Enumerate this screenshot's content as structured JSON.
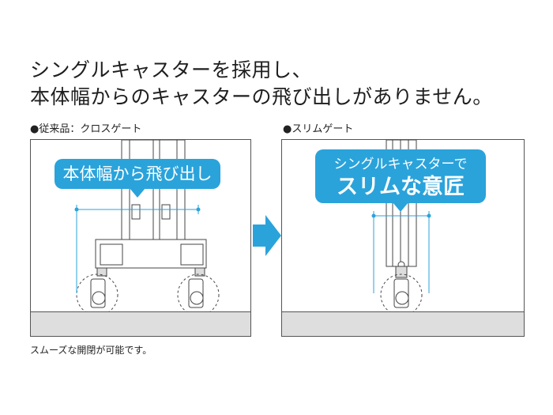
{
  "headline": {
    "line1": "シングルキャスターを採用し、",
    "line2": "本体幅からのキャスターの飛び出しがありません。"
  },
  "panels": [
    {
      "label": "●従来品：クロスゲート",
      "callout": "本体幅から飛び出し"
    },
    {
      "label": "●スリムゲート",
      "callout_line1": "シングルキャスターで",
      "callout_line2": "スリムな意匠"
    }
  ],
  "footnote": "スムーズな開閉が可能です。",
  "colors": {
    "callout": "#2aa3db",
    "arrow": "#2aa3db",
    "floor": "#dedede"
  },
  "icons": {
    "transition_arrow": "arrow-right-icon"
  }
}
